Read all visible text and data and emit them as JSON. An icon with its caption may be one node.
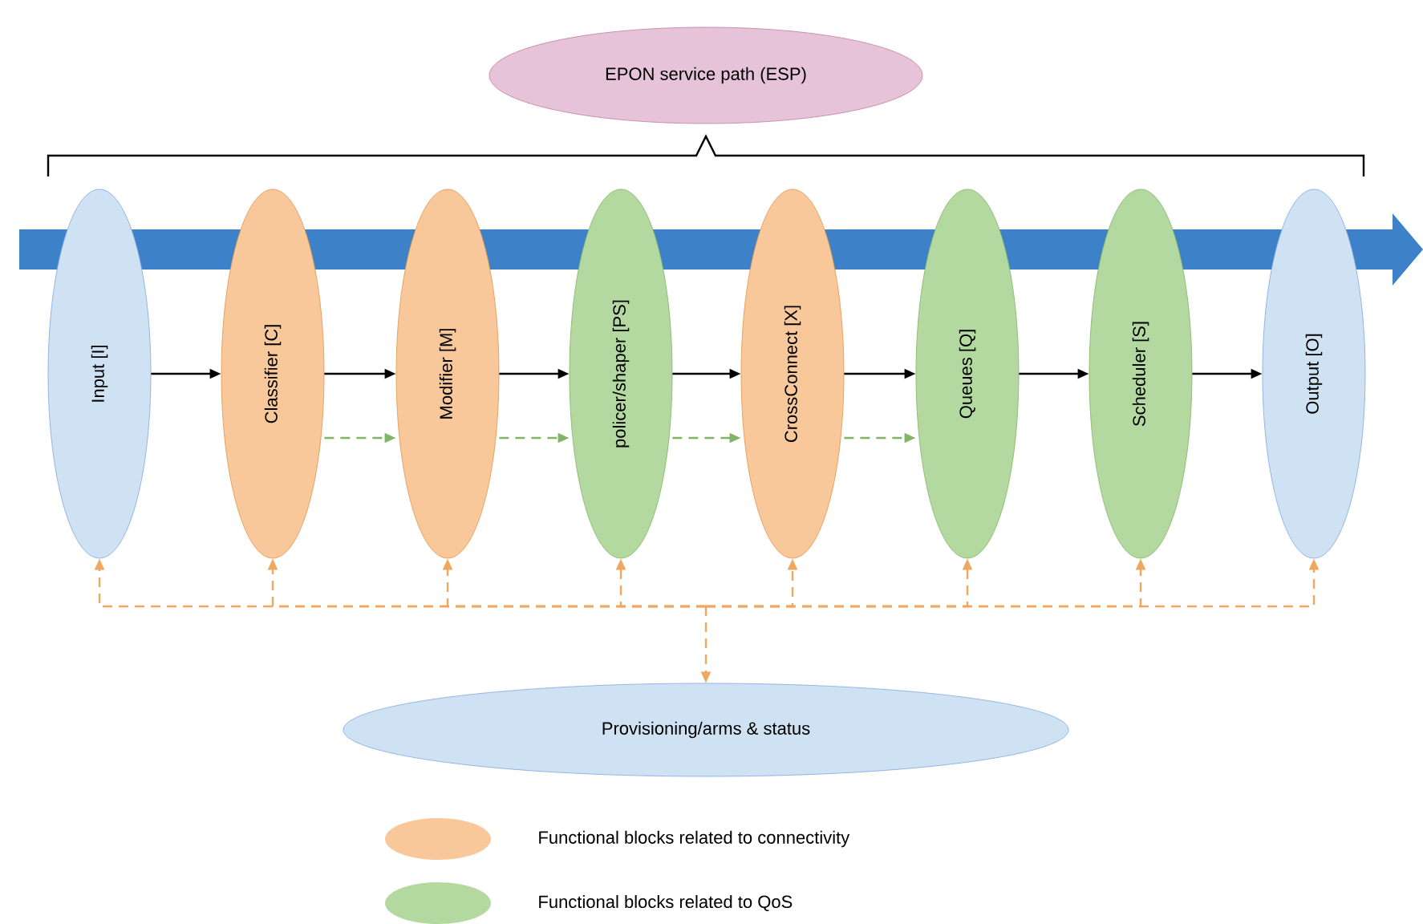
{
  "diagram": {
    "nodes": [
      {
        "text": [
          "EPON service path (ESP)"
        ]
      },
      {
        "text": [
          "Input [I]"
        ]
      },
      {
        "text": [
          "Classifier [C]"
        ]
      },
      {
        "text": [
          "Modifier [M]"
        ]
      },
      {
        "text": [
          "policer/shaper [PS]"
        ]
      },
      {
        "text": [
          "CrossConnect [X]"
        ]
      },
      {
        "text": [
          "Queues [Q]"
        ]
      },
      {
        "text": [
          "Scheduler [S]"
        ]
      },
      {
        "text": [
          "Output [O]"
        ]
      },
      {
        "text": [
          "Provisioning/arms & status"
        ]
      }
    ],
    "edges": [
      {
        "from": 1,
        "to": 2,
        "arrow": "to",
        "color": "#000000"
      },
      {
        "from": 2,
        "to": 3,
        "arrow": "to",
        "color": "#000000"
      },
      {
        "from": 3,
        "to": 4,
        "arrow": "to",
        "color": "#000000"
      },
      {
        "from": 4,
        "to": 5,
        "arrow": "to",
        "color": "#000000"
      },
      {
        "from": 5,
        "to": 6,
        "arrow": "to",
        "color": "#000000"
      },
      {
        "from": 6,
        "to": 7,
        "arrow": "to",
        "color": "#000000"
      },
      {
        "from": 7,
        "to": 8,
        "arrow": "to",
        "color": "#000000"
      },
      {
        "from": 2,
        "to": 3,
        "arrow": "to",
        "style": "dashed",
        "color": "#82b366"
      },
      {
        "from": 3,
        "to": 4,
        "arrow": "to",
        "style": "dashed",
        "color": "#82b366"
      },
      {
        "from": 4,
        "to": 5,
        "arrow": "to",
        "style": "dashed",
        "color": "#82b366"
      },
      {
        "from": 5,
        "to": 6,
        "arrow": "to",
        "style": "dashed",
        "color": "#82b366"
      },
      {
        "from": 9,
        "to": 1,
        "arrow": "both",
        "style": "dashed"
      },
      {
        "from": 9,
        "to": 2,
        "arrow": "both",
        "style": "dashed"
      },
      {
        "from": 9,
        "to": 3,
        "arrow": "both",
        "style": "dashed"
      },
      {
        "from": 9,
        "to": 4,
        "arrow": "both",
        "style": "dashed"
      },
      {
        "from": 9,
        "to": 5,
        "arrow": "both",
        "style": "dashed"
      },
      {
        "from": 9,
        "to": 6,
        "arrow": "both",
        "style": "dashed"
      },
      {
        "from": 9,
        "to": 7,
        "arrow": "both",
        "style": "dashed"
      },
      {
        "from": 9,
        "to": 8,
        "arrow": "both",
        "style": "dashed"
      }
    ],
    "legend": [
      {
        "text": "Functional blocks related to connectivity",
        "color": "#f8c89a"
      },
      {
        "text": "Functional blocks related to QoS",
        "color": "#b3d9a0"
      }
    ]
  }
}
